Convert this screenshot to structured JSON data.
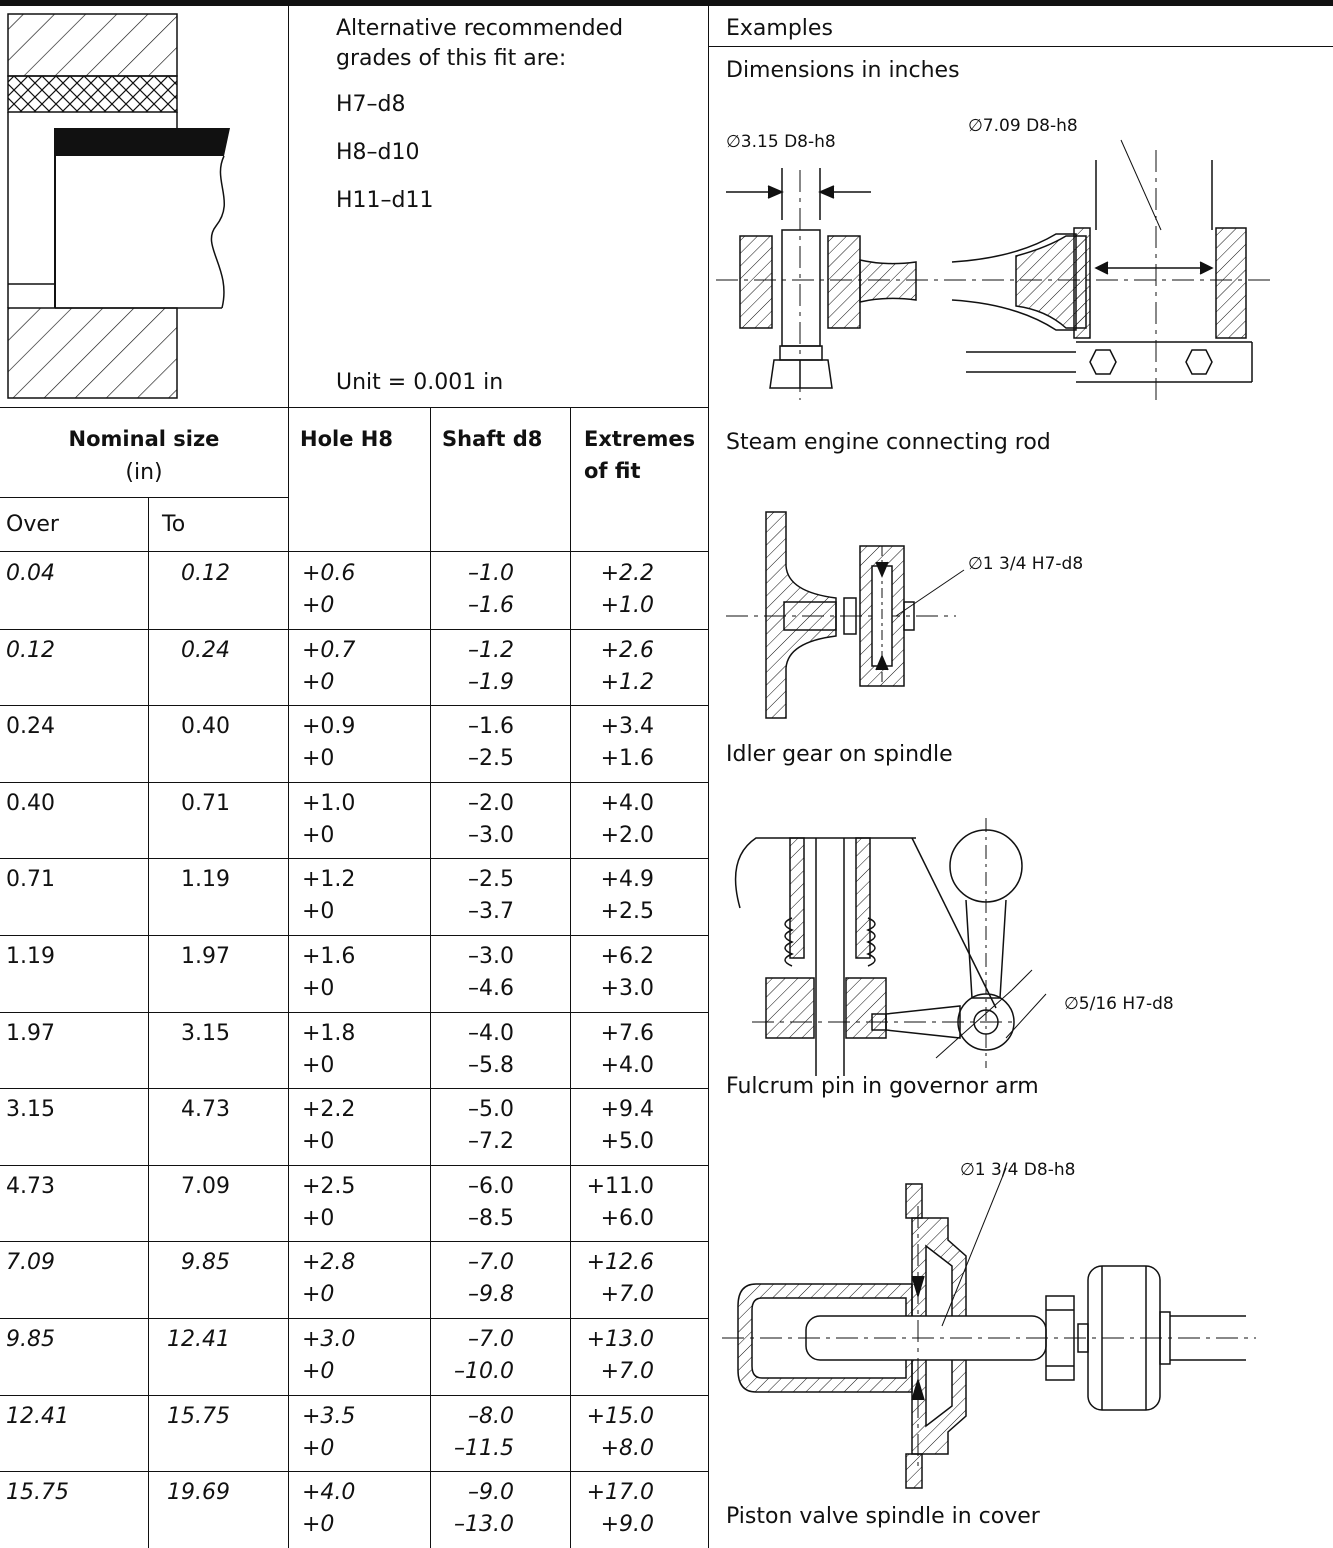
{
  "intro": {
    "alt_heading_line1": "Alternative recommended",
    "alt_heading_line2": "grades of this fit are:",
    "grades": [
      "H7–d8",
      "H8–d10",
      "H11–d11"
    ],
    "unit": "Unit = 0.001 in"
  },
  "table": {
    "head_nominal": "Nominal size",
    "head_nominal_unit": "(in)",
    "head_hole": "Hole H8",
    "head_shaft": "Shaft d8",
    "head_extremes_1": "Extremes",
    "head_extremes_2": "of fit",
    "head_over": "Over",
    "head_to": "To",
    "rows": [
      {
        "over": "0.04",
        "to": "0.12",
        "hole_hi": "+0.6",
        "hole_lo": "+0",
        "shaft_hi": "–1.0",
        "shaft_lo": "–1.6",
        "fit_hi": "+2.2",
        "fit_lo": "+1.0",
        "italic": true
      },
      {
        "over": "0.12",
        "to": "0.24",
        "hole_hi": "+0.7",
        "hole_lo": "+0",
        "shaft_hi": "–1.2",
        "shaft_lo": "–1.9",
        "fit_hi": "+2.6",
        "fit_lo": "+1.2",
        "italic": true
      },
      {
        "over": "0.24",
        "to": "0.40",
        "hole_hi": "+0.9",
        "hole_lo": "+0",
        "shaft_hi": "–1.6",
        "shaft_lo": "–2.5",
        "fit_hi": "+3.4",
        "fit_lo": "+1.6",
        "italic": false
      },
      {
        "over": "0.40",
        "to": "0.71",
        "hole_hi": "+1.0",
        "hole_lo": "+0",
        "shaft_hi": "–2.0",
        "shaft_lo": "–3.0",
        "fit_hi": "+4.0",
        "fit_lo": "+2.0",
        "italic": false
      },
      {
        "over": "0.71",
        "to": "1.19",
        "hole_hi": "+1.2",
        "hole_lo": "+0",
        "shaft_hi": "–2.5",
        "shaft_lo": "–3.7",
        "fit_hi": "+4.9",
        "fit_lo": "+2.5",
        "italic": false
      },
      {
        "over": "1.19",
        "to": "1.97",
        "hole_hi": "+1.6",
        "hole_lo": "+0",
        "shaft_hi": "–3.0",
        "shaft_lo": "–4.6",
        "fit_hi": "+6.2",
        "fit_lo": "+3.0",
        "italic": false
      },
      {
        "over": "1.97",
        "to": "3.15",
        "hole_hi": "+1.8",
        "hole_lo": "+0",
        "shaft_hi": "–4.0",
        "shaft_lo": "–5.8",
        "fit_hi": "+7.6",
        "fit_lo": "+4.0",
        "italic": false
      },
      {
        "over": "3.15",
        "to": "4.73",
        "hole_hi": "+2.2",
        "hole_lo": "+0",
        "shaft_hi": "–5.0",
        "shaft_lo": "–7.2",
        "fit_hi": "+9.4",
        "fit_lo": "+5.0",
        "italic": false
      },
      {
        "over": "4.73",
        "to": "7.09",
        "hole_hi": "+2.5",
        "hole_lo": "+0",
        "shaft_hi": "–6.0",
        "shaft_lo": "–8.5",
        "fit_hi": "+11.0",
        "fit_lo": "+6.0",
        "italic": false
      },
      {
        "over": "7.09",
        "to": "9.85",
        "hole_hi": "+2.8",
        "hole_lo": "+0",
        "shaft_hi": "–7.0",
        "shaft_lo": "–9.8",
        "fit_hi": "+12.6",
        "fit_lo": "+7.0",
        "italic": true
      },
      {
        "over": "9.85",
        "to": "12.41",
        "hole_hi": "+3.0",
        "hole_lo": "+0",
        "shaft_hi": "–7.0",
        "shaft_lo": "–10.0",
        "fit_hi": "+13.0",
        "fit_lo": "+7.0",
        "italic": true
      },
      {
        "over": "12.41",
        "to": "15.75",
        "hole_hi": "+3.5",
        "hole_lo": "+0",
        "shaft_hi": "–8.0",
        "shaft_lo": "–11.5",
        "fit_hi": "+15.0",
        "fit_lo": "+8.0",
        "italic": true
      },
      {
        "over": "15.75",
        "to": "19.69",
        "hole_hi": "+4.0",
        "hole_lo": "+0",
        "shaft_hi": "–9.0",
        "shaft_lo": "–13.0",
        "fit_hi": "+17.0",
        "fit_lo": "+9.0",
        "italic": true
      }
    ]
  },
  "examples": {
    "heading": "Examples",
    "dimensions_note": "Dimensions in inches",
    "ex1": {
      "dim_a": "∅3.15 D8-h8",
      "dim_b": "∅7.09 D8-h8",
      "caption": "Steam engine connecting rod"
    },
    "ex2": {
      "dim": "∅1 3/4 H7-d8",
      "caption": "Idler gear on spindle"
    },
    "ex3": {
      "dim": "∅5/16 H7-d8",
      "caption": "Fulcrum pin in governor arm"
    },
    "ex4": {
      "dim": "∅1 3/4 D8-h8",
      "caption": "Piston valve spindle in cover"
    }
  }
}
